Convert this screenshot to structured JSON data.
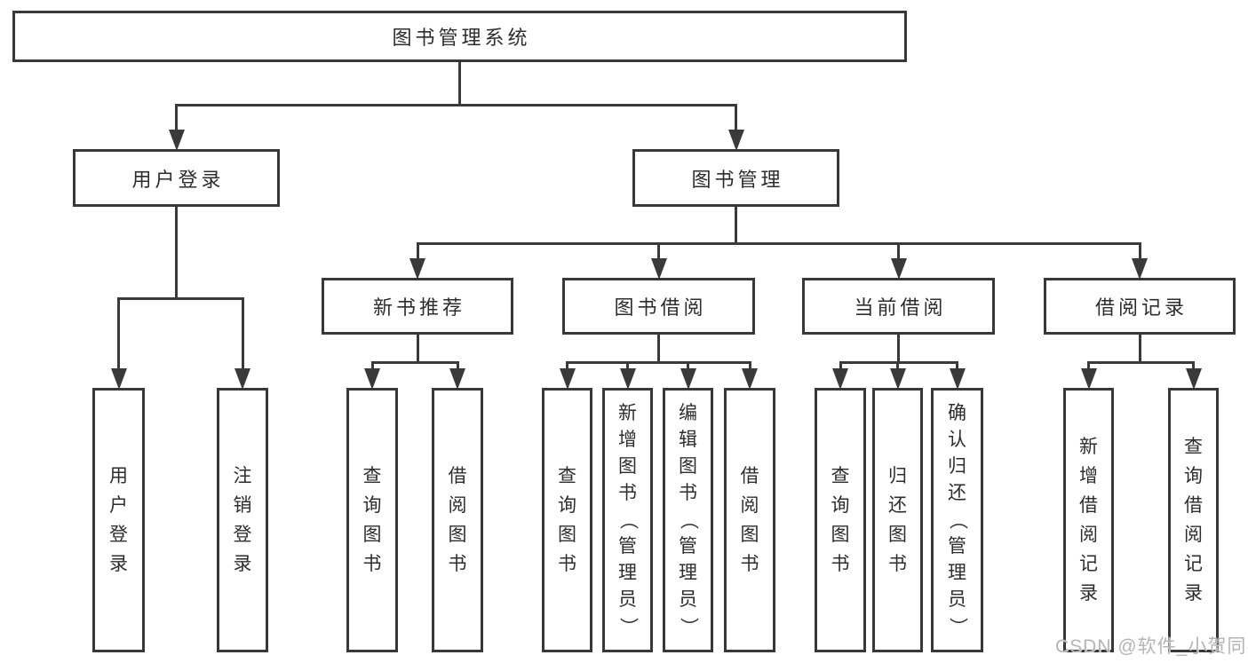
{
  "diagram": {
    "root": {
      "id": "system",
      "label": "图书管理系统",
      "children": [
        {
          "id": "user-login",
          "label": "用户登录",
          "children": [
            {
              "id": "login",
              "label": "用户登录",
              "vertical": true
            },
            {
              "id": "logout",
              "label": "注销登录",
              "vertical": true
            }
          ]
        },
        {
          "id": "book-mgmt",
          "label": "图书管理",
          "children": [
            {
              "id": "new-book",
              "label": "新书推荐",
              "children": [
                {
                  "id": "nb-query",
                  "label": "查询图书",
                  "vertical": true
                },
                {
                  "id": "nb-borrow",
                  "label": "借阅图书",
                  "vertical": true
                }
              ]
            },
            {
              "id": "borrowing",
              "label": "图书借阅",
              "children": [
                {
                  "id": "bw-query",
                  "label": "查询图书",
                  "vertical": true
                },
                {
                  "id": "bw-add",
                  "label": "新增图书（管理员）",
                  "vertical": true
                },
                {
                  "id": "bw-edit",
                  "label": "编辑图书（管理员）",
                  "vertical": true
                },
                {
                  "id": "bw-borrow",
                  "label": "借阅图书",
                  "vertical": true
                }
              ]
            },
            {
              "id": "current",
              "label": "当前借阅",
              "children": [
                {
                  "id": "cur-query",
                  "label": "查询图书",
                  "vertical": true
                },
                {
                  "id": "cur-return",
                  "label": "归还图书",
                  "vertical": true
                },
                {
                  "id": "cur-confirm",
                  "label": "确认归还（管理员）",
                  "vertical": true
                }
              ]
            },
            {
              "id": "records",
              "label": "借阅记录",
              "children": [
                {
                  "id": "rec-add",
                  "label": "新增借阅记录",
                  "vertical": true
                },
                {
                  "id": "rec-query",
                  "label": "查询借阅记录",
                  "vertical": true
                }
              ]
            }
          ]
        }
      ]
    },
    "watermark": "CSDN @软件_小贺同学",
    "colors": {
      "line": "#3a3a3a",
      "box_border": "#383838",
      "text": "#2d2d2d",
      "background": "#ffffff",
      "watermark": "#b4b4b4"
    }
  }
}
